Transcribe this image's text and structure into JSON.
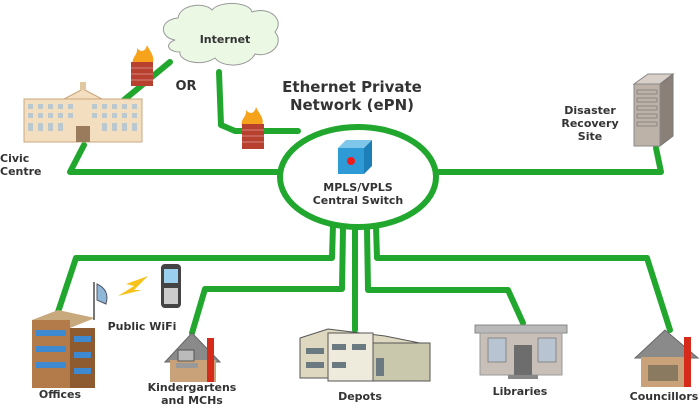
{
  "diagram": {
    "title_line1": "Ethernet Private",
    "title_line2": "Network (ePN)",
    "cloud_label": "Internet",
    "or_label": "OR",
    "switch_line1": "MPLS/VPLS",
    "switch_line2": "Central Switch",
    "line_color": "#22a72e",
    "nodes": {
      "civic_line1": "Civic",
      "civic_line2": "Centre",
      "dr_line1": "Disaster",
      "dr_line2": "Recovery",
      "dr_line3": "Site",
      "offices": "Offices",
      "wifi": "Public WiFi",
      "kinder_line1": "Kindergartens",
      "kinder_line2": "and MCHs",
      "depots": "Depots",
      "libraries": "Libraries",
      "councillors": "Councillors"
    }
  }
}
